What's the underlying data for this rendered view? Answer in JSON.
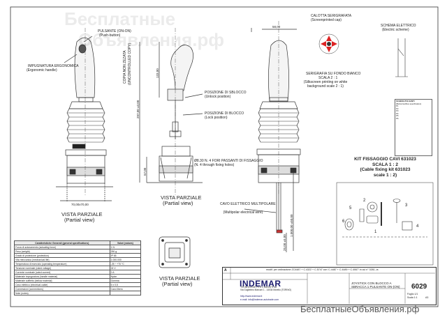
{
  "watermark": {
    "site": "Бесплатные Объявления.рф",
    "site_line1": "Бесплатные",
    "site_line2": "Объявления.рф",
    "footer": "БесплатныеОбъявления.рф"
  },
  "labels": {
    "pulsante": "PULSANTE (ON-ON)",
    "pulsante_en": "(Push-button)",
    "impugnatura": "IMPUGNATURA ERGONOMICA",
    "impugnatura_en": "(Ergonomic handle)",
    "copia": "COPIA NON ZEZATA",
    "copia_en": "(UNCONTROLLED COPY)",
    "calotta": "CALOTTA SERIGRAFATA",
    "calotta_it2": "(Screenprinted cap)",
    "serigrafia": "SERIGRAFIA SU FONDO BIANCO",
    "serigrafia_scale": "SCALA 2 : 1",
    "serigrafia_en": "(Silkscreen printing on white background scale 2 : 1)",
    "schema": "SCHEMA ELETTRICO",
    "schema_en": "(Electric scheme)",
    "posizione_sblocco": "POSIZIONE DI SBLOCCO",
    "posizione_sblocco_en": "(Unlock position)",
    "posizione_blocco": "POSIZIONE DI BLOCCO",
    "posizione_blocco_en": "(Lock position)",
    "fori": "Ø8.30 N. 4 FORI PASSANTI DI FISSAGGIO",
    "fori_en": "(N. 4 through fixing holes)",
    "cavo": "CAVO ELETTRICO MULTIPOLARE",
    "cavo_en": "(Multipolar electrical wire)"
  },
  "captions": {
    "view1": "VISTA PARZIALE",
    "view1_en": "(Partial view)",
    "view2": "VISTA PARZIALE",
    "view2_en": "(Partial view)",
    "view3": "VISTA PARZIALE",
    "view3_en": "(Partial view)"
  },
  "dimensions": {
    "d133": "133,00",
    "d297": "297,00 ±3,00",
    "d57": "57,00",
    "d70": "70,00x70,00",
    "d58": "58,00",
    "d1000": "1.000,00 ±50,00",
    "d25": "25,00 ±5,00"
  },
  "kit": {
    "line1": "KIT FISSAGGIO CAVI 631023",
    "line2": "SCALA 1 : 2",
    "line3": "(Cable fixing kit 631023",
    "line4": "scale 1 : 2)",
    "markers": [
      "1",
      "2",
      "3",
      "4",
      "5",
      "6"
    ]
  },
  "spec_table": {
    "headers": [
      "Caratteristiche Generali (general specifications)",
      "Valori (values)"
    ],
    "rows": [
      [
        "Forza di azionamento (actuating force)",
        "1 N"
      ],
      [
        "Peso (weight)",
        "250 g"
      ],
      [
        "Grado di protezione (protection)",
        "IP 65"
      ],
      [
        "Vita meccanica (mechanical life)",
        "1.000.000"
      ],
      [
        "Temperatura di esercizio (operating temperature)",
        "-25 ÷ +70 °C"
      ],
      [
        "Tensione nominale (rated voltage)",
        "24 V"
      ],
      [
        "Corrente nominale (rated current)",
        "2 A"
      ],
      [
        "Materiale impugnatura (handle material)",
        "Nylon"
      ],
      [
        "Materiale soffietto (bellow material)",
        "Gomma"
      ],
      [
        "Cavo elettrico (electrical cable)",
        "6 x 0,5"
      ],
      [
        "Connessioni (connections)",
        "Cavo libero"
      ],
      [
        "Note (notes)",
        ""
      ]
    ]
  },
  "note_box": {
    "title": "SCHEDA PULSANTI",
    "subtitle": "(Button/swithes specification)",
    "lines": [
      "P1",
      "P2",
      "P3",
      "P4",
      "P5",
      "P6"
    ]
  },
  "title_block": {
    "company": "INDEMAR",
    "company_sub": "TECNOLOGIE PER L'INDUSTRIA",
    "address": "Via Guglielmo Marconi 1 - 14034 Morello (TORINO)",
    "contact": "http://www.indemar.it",
    "email": "e-mail: info@indemar-autotrade.com",
    "modification": "modif. per ordinazione ZC4487 + C.4322 + C.5747 con 'C.4487 + C.4489 + C.4067' in cui n° 0281, la",
    "description": "JOYSTICK CON BLOCCO A SBRACCA 1 PULSANTE ON-(ON)",
    "code": "6029",
    "revision_col": "A",
    "sheet": "Foglio 1/1",
    "scale": "Scala 1:1",
    "format": "A3"
  },
  "colors": {
    "line": "#333333",
    "accent": "#1a1a6e",
    "red": "#d22"
  }
}
